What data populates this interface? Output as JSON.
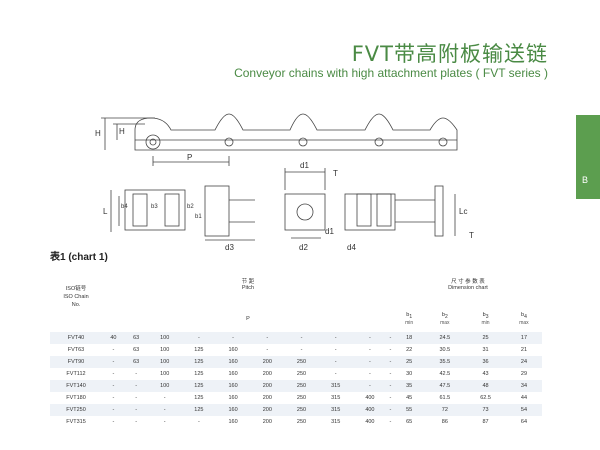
{
  "header": {
    "title_cn": "FVT带高附板输送链",
    "title_en": "Conveyor chains with high attachment plates ( FVT series )"
  },
  "side_tab": {
    "label": "B"
  },
  "drawing_labels": {
    "H_outer": "H",
    "H_inner": "H",
    "P": "P",
    "d1_top": "d1",
    "T_top": "T",
    "L": "L",
    "b4": "b4",
    "b3": "b3",
    "b2": "b2",
    "b1": "b1",
    "d3": "d3",
    "d2": "d2",
    "d1_bottom": "d1",
    "d4": "d4",
    "Lc": "Lc",
    "T_right": "T"
  },
  "table": {
    "caption": "表1 (chart 1)",
    "iso_header": [
      "ISO链号",
      "ISO Chain",
      "No."
    ],
    "pitch_header": [
      "节 距",
      "Pitch"
    ],
    "pitch_sub": "P",
    "dim_header": [
      "尺 寸 参 数 表",
      "Dimension chart"
    ],
    "dim_cols": [
      {
        "sym": "b",
        "sub": "1",
        "unit": "min"
      },
      {
        "sym": "b",
        "sub": "2",
        "unit": "max"
      },
      {
        "sym": "b",
        "sub": "3",
        "unit": "min"
      },
      {
        "sym": "b",
        "sub": "4",
        "unit": "max"
      }
    ],
    "rows": [
      [
        "FVT40",
        "40",
        "63",
        "100",
        "-",
        "-",
        "-",
        "-",
        "-",
        "-",
        "-",
        "18",
        "24.5",
        "25",
        "17"
      ],
      [
        "FVT63",
        "-",
        "63",
        "100",
        "125",
        "160",
        "-",
        "-",
        "-",
        "-",
        "-",
        "22",
        "30.5",
        "31",
        "21"
      ],
      [
        "FVT90",
        "-",
        "63",
        "100",
        "125",
        "160",
        "200",
        "250",
        "-",
        "-",
        "-",
        "25",
        "35.5",
        "36",
        "24"
      ],
      [
        "FVT112",
        "-",
        "-",
        "100",
        "125",
        "160",
        "200",
        "250",
        "-",
        "-",
        "-",
        "30",
        "42.5",
        "43",
        "29"
      ],
      [
        "FVT140",
        "-",
        "-",
        "100",
        "125",
        "160",
        "200",
        "250",
        "315",
        "-",
        "-",
        "35",
        "47.5",
        "48",
        "34"
      ],
      [
        "FVT180",
        "-",
        "-",
        "-",
        "125",
        "160",
        "200",
        "250",
        "315",
        "400",
        "-",
        "45",
        "61.5",
        "62.5",
        "44"
      ],
      [
        "FVT250",
        "-",
        "-",
        "-",
        "125",
        "160",
        "200",
        "250",
        "315",
        "400",
        "-",
        "55",
        "72",
        "73",
        "54"
      ],
      [
        "FVT315",
        "-",
        "-",
        "-",
        "-",
        "160",
        "200",
        "250",
        "315",
        "400",
        "-",
        "65",
        "86",
        "87",
        "64"
      ]
    ]
  },
  "colors": {
    "brand_green": "#4a8a44",
    "tab_green": "#5c9e4f",
    "row_tint": "#eef2f7"
  }
}
